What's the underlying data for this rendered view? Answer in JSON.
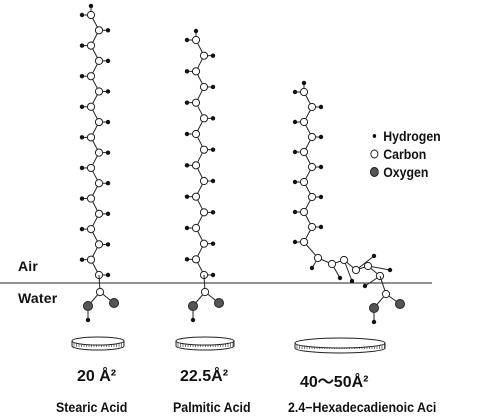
{
  "phases": {
    "air": "Air",
    "water": "Water"
  },
  "legend": [
    {
      "label": "Hydrogen",
      "icon": "hydrogen-atom-icon"
    },
    {
      "label": "Carbon",
      "icon": "carbon-atom-icon"
    },
    {
      "label": "Oxygen",
      "icon": "oxygen-atom-icon"
    }
  ],
  "molecules": [
    {
      "area": "20 Å²",
      "name": "Stearic Acid"
    },
    {
      "area": "22.5Å²",
      "name": "Palmitic Acid"
    },
    {
      "area": "40～50Å²",
      "name": "2.4−Hexadecadienoic Aci"
    }
  ],
  "colors": {
    "line": "#222222",
    "hydrogen": "#111111",
    "carbon": "#ffffff",
    "oxygen": "#555555"
  }
}
